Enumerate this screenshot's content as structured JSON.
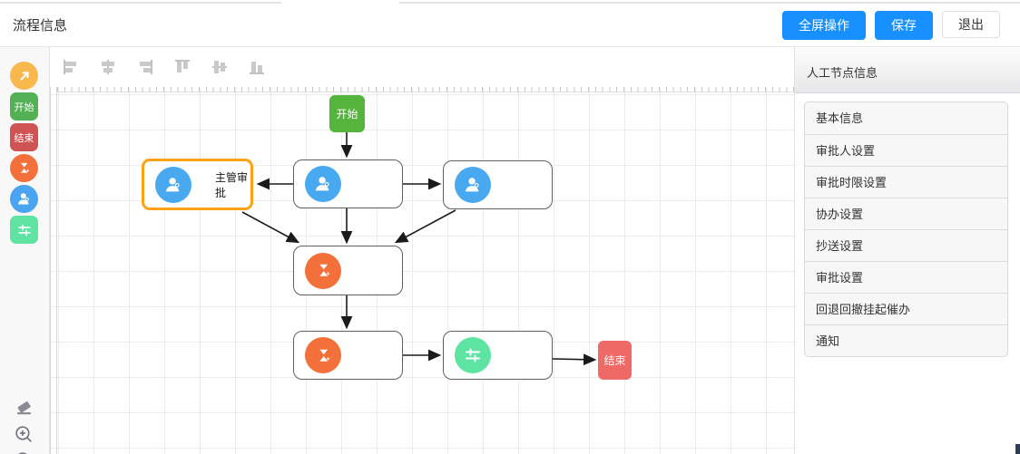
{
  "header": {
    "title": "流程信息",
    "buttons": {
      "fullscreen": "全屏操作",
      "save": "保存",
      "exit": "退出"
    }
  },
  "palette": {
    "start_label": "开始",
    "end_label": "结束",
    "tools": [
      "connector-arrow",
      "start-node",
      "end-node",
      "approval-node",
      "user-node",
      "condition-node",
      "eraser",
      "zoom-in",
      "zoom-out"
    ]
  },
  "toolbar": {
    "align_tools": [
      "align-left",
      "align-center-horizontal",
      "align-right",
      "align-top",
      "align-middle-vertical",
      "align-bottom"
    ]
  },
  "canvas": {
    "nodes": {
      "start": "开始",
      "supervisor": "主管审批",
      "end": "结束"
    }
  },
  "panel": {
    "title": "人工节点信息",
    "items": [
      "基本信息",
      "审批人设置",
      "审批时限设置",
      "协办设置",
      "抄送设置",
      "审批设置",
      "回退回撤挂起催办",
      "通知"
    ]
  },
  "colors": {
    "accent_blue": "#1890ff",
    "selected_border": "#ffa116",
    "start_green": "#54b43c",
    "end_red": "#ef6a66",
    "user_blue": "#49a9f0",
    "task_orange": "#f3703a",
    "gateway_mint": "#5fe3a3",
    "palette_arrow_amber": "#f8b84e"
  }
}
